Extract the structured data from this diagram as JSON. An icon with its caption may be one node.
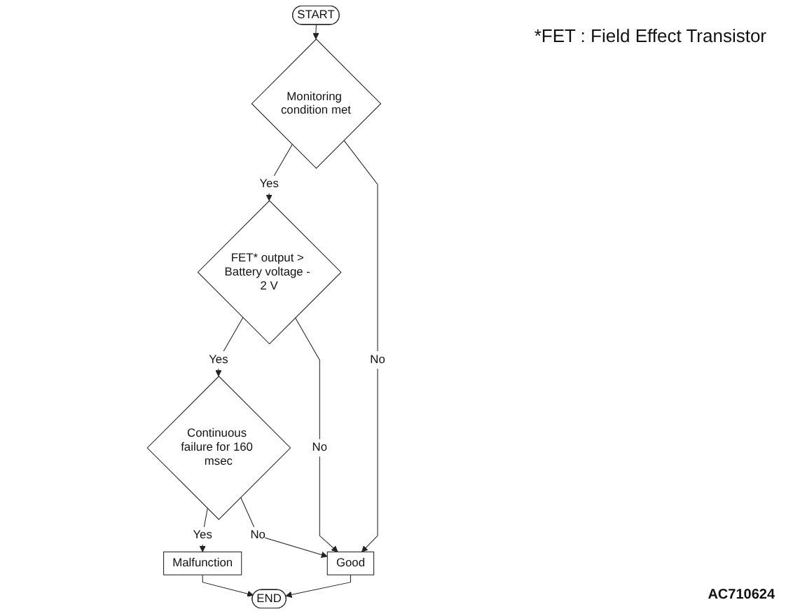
{
  "diagram": {
    "nodes": [
      {
        "text": [
          "START"
        ]
      },
      {
        "text": [
          "Monitoring condition met"
        ]
      },
      {
        "text": [
          "FET* output > Battery voltage - 2 V"
        ]
      },
      {
        "text": [
          "Continuous failure for 160 msec"
        ]
      },
      {
        "text": [
          "Malfunction"
        ]
      },
      {
        "text": [
          "Good"
        ]
      },
      {
        "text": [
          "END"
        ]
      }
    ],
    "edges": [
      {
        "from": 0,
        "to": 1,
        "arrow": "to"
      },
      {
        "from": 1,
        "to": 2,
        "arrow": "to",
        "label": "Yes"
      },
      {
        "from": 1,
        "to": 5,
        "arrow": "to",
        "label": "No"
      },
      {
        "from": 2,
        "to": 3,
        "arrow": "to",
        "label": "Yes"
      },
      {
        "from": 2,
        "to": 5,
        "arrow": "to",
        "label": "No"
      },
      {
        "from": 3,
        "to": 4,
        "arrow": "to",
        "label": "Yes"
      },
      {
        "from": 3,
        "to": 5,
        "arrow": "to",
        "label": "No"
      },
      {
        "from": 4,
        "to": 6,
        "arrow": "to"
      },
      {
        "from": 5,
        "to": 6,
        "arrow": "to"
      }
    ],
    "labels": [
      "*FET : Field Effect Transistor",
      "AC710624"
    ]
  }
}
